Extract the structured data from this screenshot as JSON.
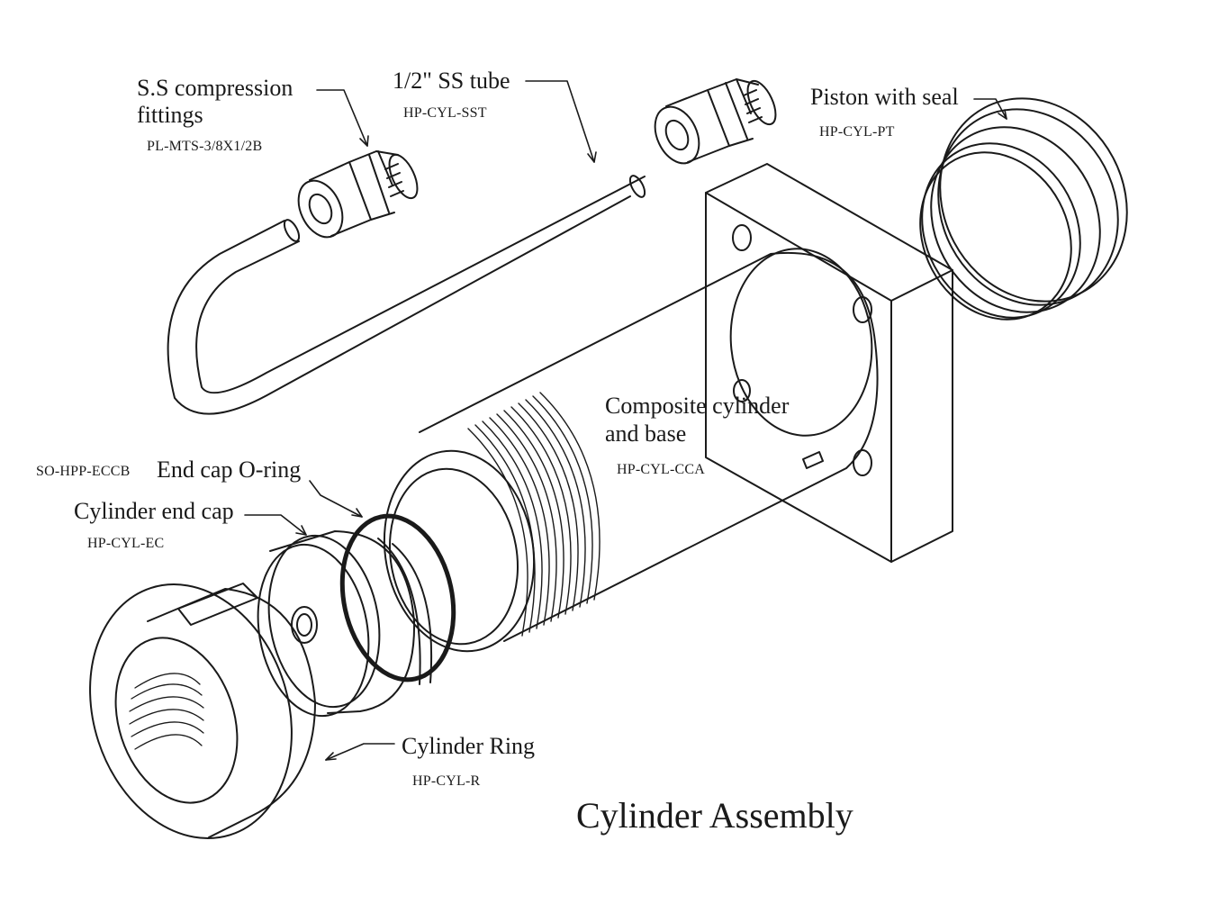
{
  "title": "Cylinder Assembly",
  "parts": {
    "fittings": {
      "name_line1": "S.S compression",
      "name_line2": "fittings",
      "code": "PL-MTS-3/8X1/2B"
    },
    "tube": {
      "name": "1/2\" SS tube",
      "code": "HP-CYL-SST"
    },
    "piston": {
      "name": "Piston with seal",
      "code": "HP-CYL-PT"
    },
    "cylinder": {
      "name_line1": "Composite cylinder",
      "name_line2": "and base",
      "code": "HP-CYL-CCA"
    },
    "oring": {
      "name": "End cap O-ring",
      "code": "SO-HPP-ECCB"
    },
    "endcap": {
      "name": "Cylinder end cap",
      "code": "HP-CYL-EC"
    },
    "ring": {
      "name": "Cylinder Ring",
      "code": "HP-CYL-R"
    }
  },
  "colors": {
    "line": "#1a1a1a",
    "background": "#ffffff"
  }
}
